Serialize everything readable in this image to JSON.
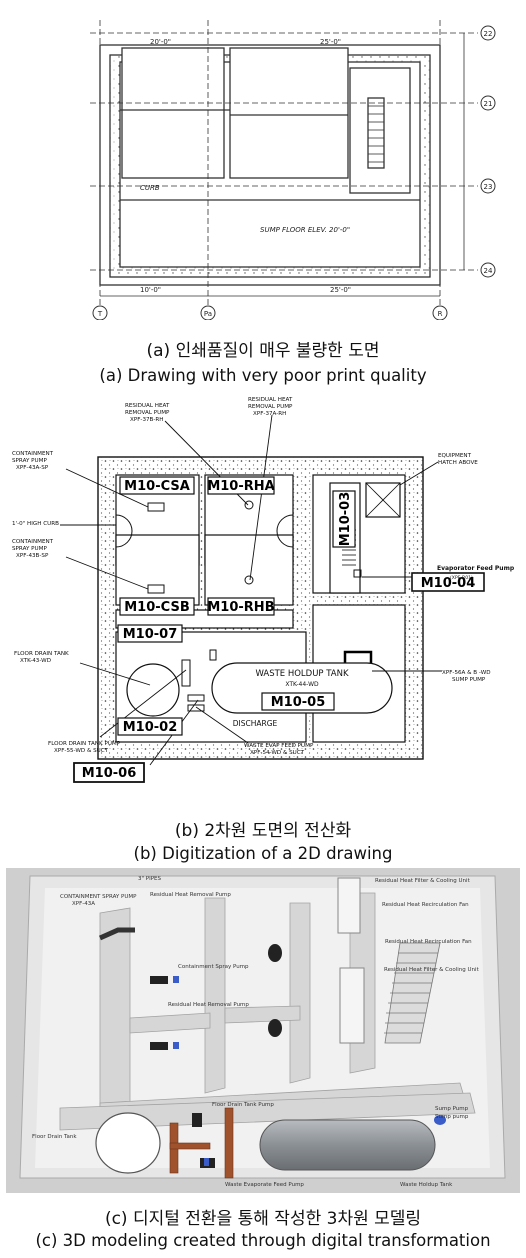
{
  "panel_a": {
    "grid_labels_right": [
      "22",
      "21",
      "23",
      "24"
    ],
    "grid_labels_bottom": [
      "T",
      "Pa",
      "R"
    ],
    "caption_ko": "(a) 인쇄품질이 매우 불량한 도면",
    "caption_en": "(a) Drawing with very poor print quality"
  },
  "panel_b": {
    "rooms": {
      "csa": "M10-CSA",
      "rha": "M10-RHA",
      "csb": "M10-CSB",
      "rhb": "M10-RHB",
      "r03": "M10-03",
      "r04": "M10-04",
      "r07": "M10-07",
      "r02": "M10-02",
      "r05": "M10-05",
      "r06": "M10-06"
    },
    "callouts": {
      "rh_pump_b": [
        "RESIDUAL HEAT",
        "REMOVAL PUMP",
        "XPF-37B-RH"
      ],
      "rh_pump_a": [
        "RESIDUAL HEAT",
        "REMOVAL PUMP",
        "XPF-37A-RH"
      ],
      "cs_pump_a": [
        "CONTAINMENT",
        "SPRAY PUMP",
        "XPF-43A-SP"
      ],
      "curb": "1'-0\" HIGH CURB",
      "cs_pump_b": [
        "CONTAINMENT",
        "SPRAY PUMP",
        "XPF-43B-SP"
      ],
      "equip_hatch": [
        "EQUIPMENT",
        "HATCH ABOVE"
      ],
      "evap_feed": "Evaporator Feed Pump",
      "evap_feed_tag": "(XPF-R01)",
      "floor_drain_tank": [
        "FLOOR DRAIN TANK",
        "XTK-43-WD"
      ],
      "sump_pump": [
        "XPF-56A & B -WD",
        "SUMP PUMP"
      ],
      "waste_tank": "WASTE HOLDUP TANK",
      "waste_tank_tag": "XTK-44-WD",
      "discharge": "DISCHARGE",
      "fd_tank_pump": [
        "FLOOR DRAIN TANK PUMP",
        "XPF-55-WD & SUCT"
      ],
      "waste_evap_pump": [
        "WASTE EVAP FEED PUMP",
        "XPF-54-WD & SUCT"
      ]
    },
    "caption_ko": "(b) 2차원 도면의 전산화",
    "caption_en": "(b) Digitization of a 2D drawing"
  },
  "panel_c": {
    "labels": {
      "pipes": "3\" PIPES",
      "cs_pump_top": "CONTAINMENT SPRAY PUMP",
      "cs_tag": "XPF-43A",
      "rh_pump_top": "Residual Heat Removal Pump",
      "cs_pump_mid": "Containment Spray Pump",
      "rh_pump_mid": "Residual Heat Removal Pump",
      "rh_filter_top": "Residual Heat Filter & Cooling Unit",
      "rh_recirc_top": "Residual Heat Recirculation Fan",
      "rh_recirc_mid": "Residual Heat Recirculation Fan",
      "rh_filter_mid": "Residual Heat Filter & Cooling Unit",
      "fd_tank_pump": "Floor Drain Tank Pump",
      "fd_tank": "Floor Drain Tank",
      "sump_pump": "Sump Pump",
      "sump_pump2": "Sump pump",
      "waste_tank": "Waste Holdup Tank",
      "waste_evap": "Waste Evaporate Feed Pump"
    },
    "caption_ko": "(c) 디지털 전환을 통해 작성한 3차원 모델링",
    "caption_en": "(c) 3D modeling created through digital transformation"
  }
}
